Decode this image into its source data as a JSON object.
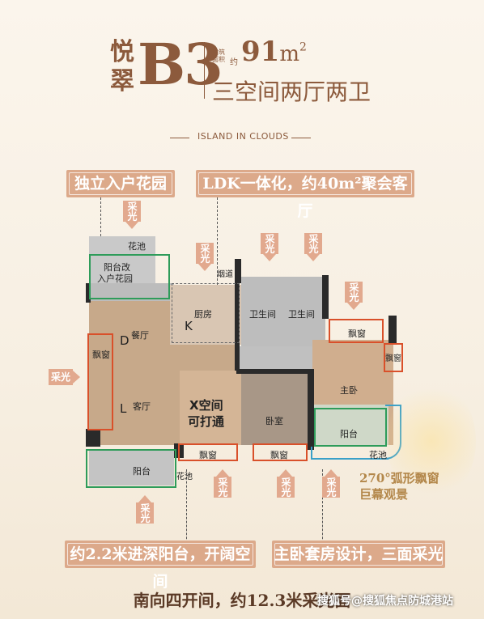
{
  "header": {
    "title_line1": "悦",
    "title_line2": "翠",
    "unit_code": "B3",
    "area_label": "建筑面积",
    "area_about": "约",
    "area_value": "91",
    "area_unit": "m",
    "area_sup": "2",
    "layout": "三空间两厅两卫",
    "project_en": "ISLAND IN CLOUDS"
  },
  "tags": {
    "entrance_garden": "独立入户花园",
    "ldk": "LDK一体化，约40m²聚会客厅",
    "balcony": "约2.2米进深阳台，开阔空间",
    "master_suite": "主卧套房设计，三面采光",
    "arc_window": "270°弧形飘窗",
    "arc_window_2": "巨幕观景",
    "bottom_banner": "南向四开间，约12.3米采光面"
  },
  "light_label": "采光",
  "rooms": {
    "flower_pool_top": "花池",
    "balcony_garden_1": "阳台改",
    "balcony_garden_2": "入户花园",
    "duct": "烟道",
    "kitchen": "厨房",
    "kitchen_letter": "K",
    "bath_1": "卫生间",
    "bath_2": "卫生间",
    "dining": "餐厅",
    "dining_letter": "D",
    "bay_left": "飘窗",
    "living": "客厅",
    "living_letter": "L",
    "x_space_1": "X空间",
    "x_space_2": "可打通",
    "bedroom": "卧室",
    "master": "主卧",
    "bay_master_top": "飘窗",
    "bay_master_right": "飘窗",
    "balcony_master": "阳台",
    "flower_pool_right": "花池",
    "balcony_main": "阳台",
    "flower_pool_bottom": "花池",
    "bay_bottom_1": "飘窗",
    "bay_bottom_2": "飘窗"
  },
  "watermark": "搜狐号@搜狐焦点防城港站"
}
